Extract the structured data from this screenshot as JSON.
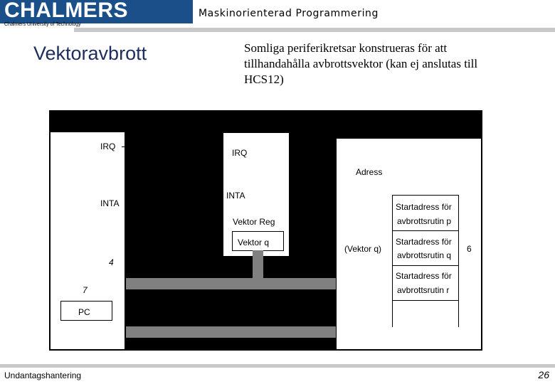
{
  "header": {
    "logo": "CHALMERS",
    "logo_sub": "Chalmers University of Technology",
    "course": "Maskinorienterad Programmering"
  },
  "slide": {
    "title": "Vektoravbrott",
    "intro": "Somliga periferikretsar konstrueras för att tillhandahålla avbrottsvektor (kan ej anslutas till HCS12)"
  },
  "diagram": {
    "cpu": {
      "irq": "IRQ",
      "inta": "INTA",
      "step4": "4",
      "step7": "7",
      "pc": "PC"
    },
    "peripheral": {
      "irq": "IRQ",
      "inta": "INTA",
      "vektor_reg": "Vektor Reg",
      "vektor_q": "Vektor q"
    },
    "memory": {
      "header": "Adress",
      "vektor_q": "(Vektor q)",
      "step6": "6",
      "rows": [
        [
          "Startadress för",
          "avbrottsrutin p"
        ],
        [
          "Startadress för",
          "avbrottsrutin q"
        ],
        [
          "Startadress för",
          "avbrottsrutin r"
        ]
      ]
    }
  },
  "footer": {
    "left": "Undantagshantering",
    "page": "26"
  }
}
